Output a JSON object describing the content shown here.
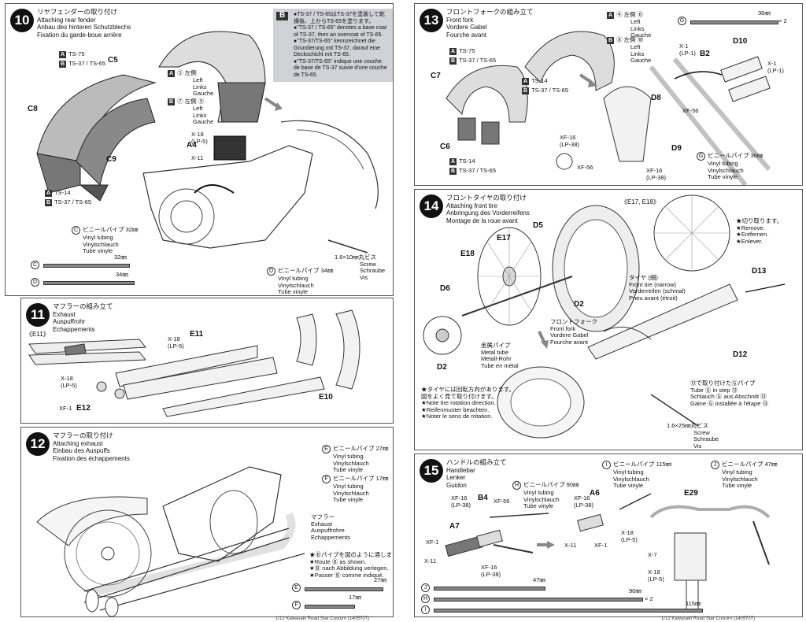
{
  "step10": {
    "number": "10",
    "title_jp": "リヤフェンダーの取り付け",
    "title_en": "Attaching rear fender",
    "title_de": "Anbau des hinteren Schutzblechs",
    "title_fr": "Fixation du garde-boue arrière",
    "note_badge": "B",
    "note_lines": [
      "●TS-37 / TS-65はTS-37を塗装して乾",
      "燥後、上からTS-65を塗ります。",
      "●\"TS-37 / TS-65\" denotes a base coat",
      "of TS-37, then an overcoat of TS-65.",
      "●\"TS-37/TS-65\" kennzeichnet die",
      "Grundierung mit TS-37, darauf eine",
      "Deckschicht mit TS-65.",
      "●\"TS-37/TS-65\" indique une couche",
      "de base de TS-37 suivie d'une couche",
      "de TS-65."
    ],
    "color_a_top": "TS-75",
    "color_b_top": "TS-37 / TS-65",
    "color_a_bottom": "TS-14",
    "color_b_bottom": "TS-37 / TS-65",
    "side_a_num": "③",
    "side_a_jp": "左側",
    "side_a_en": "Left",
    "side_a_de": "Links",
    "side_a_fr": "Gauche",
    "side_b_num": "⑦",
    "side_b_num2": "⑨",
    "side_b_jp": "左側",
    "side_b_en": "Left",
    "side_b_de": "Links",
    "side_b_fr": "Gauche",
    "parts": [
      "C5",
      "C8",
      "C9",
      "A4"
    ],
    "x18": "X-18",
    "lp5": "(LP-5)",
    "x11": "X-11",
    "tube_c_label": "ビニールパイプ 32㎜",
    "tube_c_en": "Vinyl tubing",
    "tube_c_de": "Vinylschlauch",
    "tube_c_fr": "Tube vinyle",
    "tube_d_label": "ビニールパイプ 34㎜",
    "tube_d_en": "Vinyl tubing",
    "tube_d_de": "Vinylschlauch",
    "tube_d_fr": "Tube vinyle",
    "screw_label": "1.6×10㎜丸ビス",
    "screw_de": "Schraube",
    "screw_en": "Screw",
    "screw_fr": "Vis",
    "tube_c_letter": "C",
    "tube_c_len": "32㎜",
    "tube_d_letter": "D",
    "tube_d_len": "34㎜"
  },
  "step11": {
    "number": "11",
    "title_jp": "マフラーの組み立て",
    "title_en": "Exhaust",
    "title_de": "Auspuffrohr",
    "title_fr": "Echappements",
    "sub": "《E11》",
    "parts": [
      "E11",
      "E10",
      "E12"
    ],
    "x18": "X-18",
    "lp5": "(LP-5)",
    "x18b": "X-18",
    "lp5b": "(LP-5)",
    "xf1": "XF-1"
  },
  "step12": {
    "number": "12",
    "title_jp": "マフラーの取り付け",
    "title_en": "Attaching exhaust",
    "title_de": "Einbau des Auspuffs",
    "title_fr": "Fixation des échappements",
    "tube_e_label": "ビニールパイプ 27㎜",
    "tube_f_label": "ビニールパイプ 17㎜",
    "vinyl_en": "Vinyl tubing",
    "vinyl_de": "Vinylschlauch",
    "vinyl_fr": "Tube vinyle",
    "muffler_jp": "マフラー",
    "muffler_en": "Exhaust",
    "muffler_de": "Auspuffrohre",
    "muffler_fr": "Echappements",
    "route_jp": "★Ⓑパイプを図のように通します。",
    "route_en": "★Route Ⓑ as shown.",
    "route_de": "★Ⓑ nach Abbildung verlegen.",
    "route_fr": "★Passer Ⓑ comme indiqué.",
    "tube_e_letter": "E",
    "tube_e_len": "27㎜",
    "tube_f_letter": "F",
    "tube_f_len": "17㎜"
  },
  "step13": {
    "number": "13",
    "title_jp": "フロントフォークの組み立て",
    "title_en": "Front fork",
    "title_de": "Vordere Gabel",
    "title_fr": "Fourche avant",
    "side_a": "④ 左側 ⑥",
    "side_b": "⑧ 左側 ⑩",
    "side_en": "Left",
    "side_de": "Links",
    "side_fr": "Gauche",
    "color_a1": "TS-75",
    "color_b1": "TS-37 / TS-65",
    "color_a2": "TS-14",
    "color_b2": "TS-37 / TS-65",
    "color_a3": "TS-14",
    "color_b3": "TS-37 / TS-65",
    "color_c6_a": "TS-14",
    "color_c6_b": "TS-37 / TS-65",
    "parts": [
      "C7",
      "C6",
      "D8",
      "D9",
      "D10",
      "B2"
    ],
    "x1": "X-1",
    "lp1": "(LP-1)",
    "xf56": "XF-56",
    "xf16": "XF-16",
    "lp38": "(LP-38)",
    "tube_g_letter": "G",
    "tube_g_len": "36㎜",
    "tube_g_mult": "× 2",
    "tube_g_label": "ビニールパイプ 36㎜",
    "vinyl_en": "Vinyl tubing",
    "vinyl_de": "Vinylschlauch",
    "vinyl_fr": "Tube vinyle"
  },
  "step14": {
    "number": "14",
    "title_jp": "フロントタイヤの取り付け",
    "title_en": "Attaching front tire",
    "title_de": "Anbringung des Vorderreifens",
    "title_fr": "Montage de la roue avant",
    "sub": "《E17, E18》",
    "cut_jp": "★切り取ります。",
    "cut_en": "★Remove.",
    "cut_de": "★Entfernen.",
    "cut_fr": "★Enlever.",
    "tire_jp": "タイヤ (細)",
    "tire_en": "Front tire (narrow)",
    "tire_de": "Vorderreifen (schmal)",
    "tire_fr": "Pneu avant (étroit)",
    "fork_jp": "フロントフォーク",
    "fork_en": "Front fork",
    "fork_de": "Vordere Gabel",
    "fork_fr": "Fourche avant",
    "metal_jp": "金属パイプ",
    "metal_en": "Metal tube",
    "metal_de": "Metall-Rohr",
    "metal_fr": "Tube en métal",
    "rot_jp": "★タイヤには回転方向があります。",
    "rot_jp2": "図をよく見て取り付けます。",
    "rot_en": "★Note tire rotation direction.",
    "rot_de": "★Reifenmuster beachten.",
    "rot_fr": "★Noter le sens de rotation.",
    "tube_jp": "⑬で取り付けたⒼパイプ",
    "tube_en": "Tube Ⓖ in step ⑬",
    "tube_de": "Schlauch Ⓖ aus Abschnitt ⑬",
    "tube_fr": "Gaine Ⓖ installée à l'étape ⑬",
    "screw_label": "1.6×25㎜丸ビス",
    "screw_en": "Screw",
    "screw_de": "Schraube",
    "screw_fr": "Vis",
    "parts": [
      "D5",
      "E17",
      "E18",
      "D6",
      "D2",
      "D2",
      "D13",
      "D12"
    ]
  },
  "step15": {
    "number": "15",
    "title_jp": "ハンドルの組み立て",
    "title_en": "Handlebar",
    "title_de": "Lenker",
    "title_fr": "Guidon",
    "tube_h_label": "ビニールパイプ 90㎜",
    "tube_i_label": "ビニールパイプ 115㎜",
    "tube_j_label": "ビニールパイプ 47㎜",
    "vinyl_en": "Vinyl tubing",
    "vinyl_de": "Vinylschlauch",
    "vinyl_fr": "Tube vinyle",
    "parts": [
      "B4",
      "A7",
      "A6",
      "E29"
    ],
    "xf16": "XF-16",
    "lp38": "(LP-38)",
    "xf56": "XF-56",
    "xf1": "XF-1",
    "x11": "X-11",
    "x18": "X-18",
    "lp5": "(LP-5)",
    "x7": "X-7",
    "tube_j_letter": "J",
    "tube_j_len": "47㎜",
    "tube_h_letter": "H",
    "tube_h_len": "90㎜",
    "tube_h_mult": "× 2",
    "tube_i_letter": "I",
    "tube_i_len": "115㎜"
  },
  "footer_left": "1/12 Kawasaki Road Star Custom (1405707)",
  "footer_right": "1/12 Kawasaki Road Star Custom (1405707)"
}
